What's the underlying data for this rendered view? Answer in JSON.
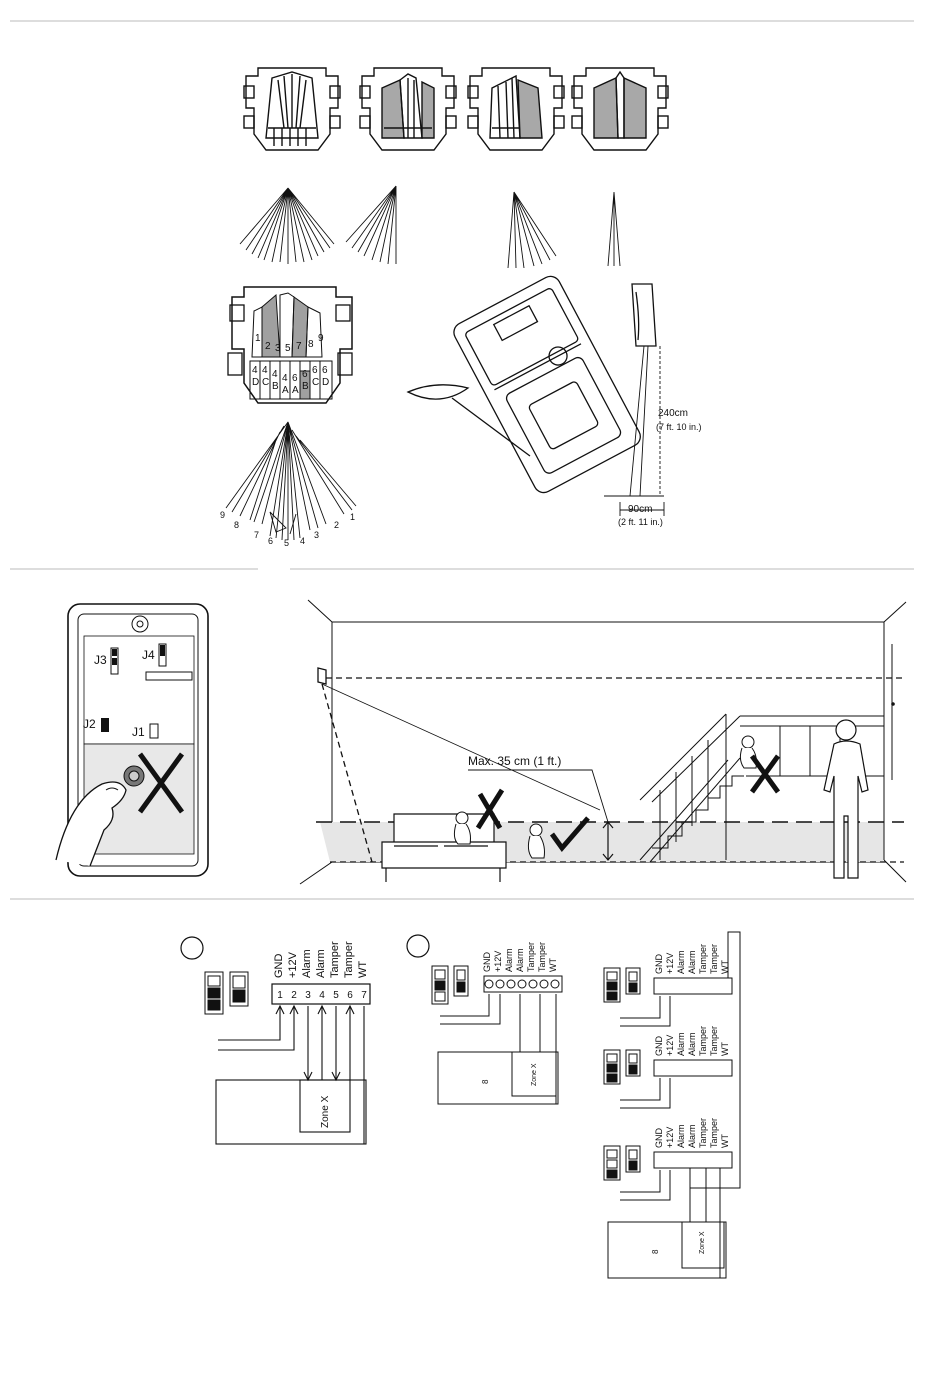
{
  "curtain": {
    "dim_height": "240cm",
    "dim_height_imperial": "(7 ft. 10 in.)",
    "dim_distance": "90cm",
    "dim_distance_imperial": "(2 ft. 11 in.)"
  },
  "zone_labels": {
    "upper": [
      "1",
      "2",
      "3",
      "5",
      "7",
      "8",
      "9"
    ],
    "lower": [
      "4",
      "4",
      "4",
      "4",
      "6",
      "6",
      "6",
      "6"
    ],
    "lower_letters": [
      "D",
      "C",
      "B",
      "A",
      "A",
      "B",
      "C",
      "D"
    ],
    "fan": [
      "1",
      "2",
      "3",
      "4",
      "5",
      "6",
      "7",
      "8",
      "9"
    ]
  },
  "jumpers": {
    "j1": "J1",
    "j2": "J2",
    "j3": "J3",
    "j4": "J4"
  },
  "room": {
    "max_height_note": "Max. 35 cm (1 ft.)"
  },
  "wiring": {
    "terminals": [
      "GND",
      "+12V",
      "Alarm",
      "Alarm",
      "Tamper",
      "Tamper",
      "WT"
    ],
    "terminal_numbers": [
      "1",
      "2",
      "3",
      "4",
      "5",
      "6",
      "7"
    ],
    "terminals_b": [
      "GND",
      "+12V",
      "Alarm",
      "Alarm",
      "Tamper",
      "Tamper",
      "WT"
    ],
    "zone_label": "Zone X",
    "panel_label": "8"
  }
}
